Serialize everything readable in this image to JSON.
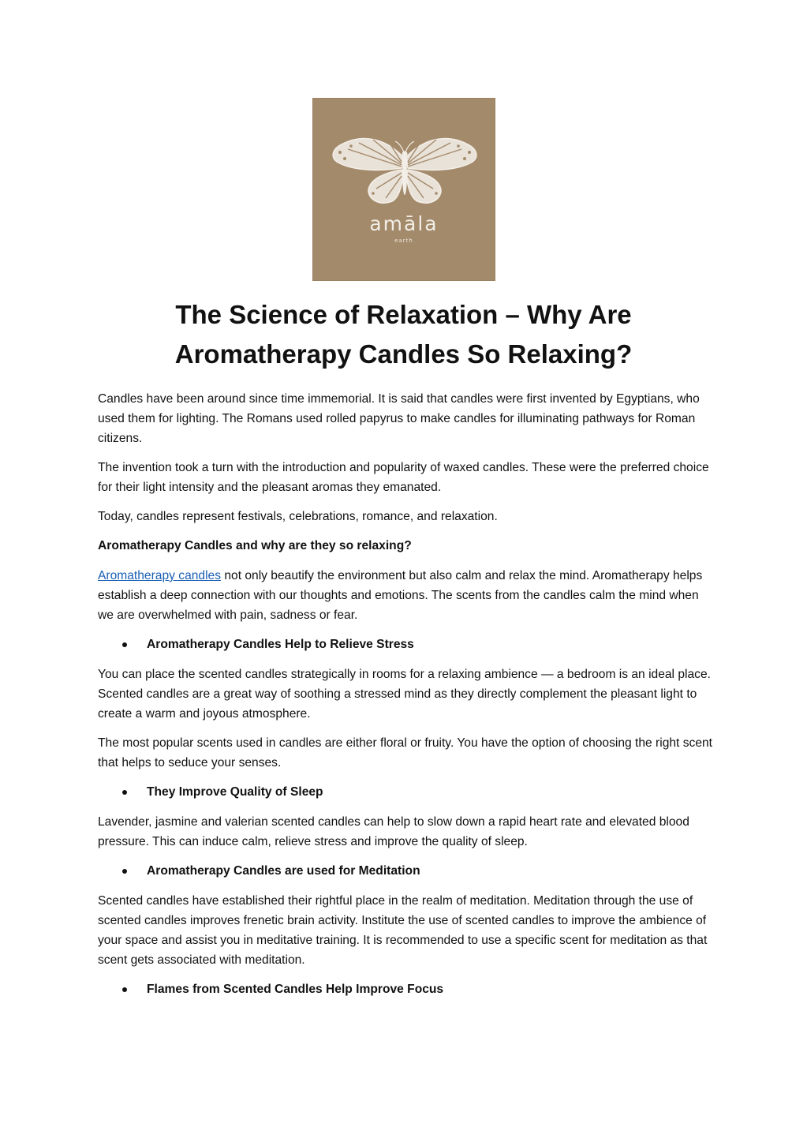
{
  "logo": {
    "icon": "butterfly-icon",
    "brand": "amāla",
    "sub": "earth",
    "background": "#a38a6b"
  },
  "title": "The Science of Relaxation – Why Are Aromatherapy Candles So Relaxing?",
  "intro": [
    "Candles have been around since time immemorial. It is said that candles were first invented by Egyptians, who used them for lighting. The Romans used rolled papyrus to make candles for illuminating pathways for Roman citizens.",
    "The invention took a turn with the introduction and popularity of waxed candles. These were the preferred choice for their light intensity and the pleasant aromas they emanated.",
    "Today, candles represent festivals, celebrations, romance, and relaxation."
  ],
  "subheading": "Aromatherapy Candles and why are they so relaxing?",
  "link_para": {
    "link_text": "Aromatherapy candles",
    "rest": " not only beautify the environment but also calm and relax the mind. Aromatherapy helps establish a deep connection with our thoughts and emotions. The scents from the candles calm the mind when we are overwhelmed with pain, sadness or fear."
  },
  "sections": [
    {
      "heading": "Aromatherapy Candles Help to Relieve Stress",
      "paragraphs": [
        "You can place the scented candles strategically in rooms for a relaxing ambience — a bedroom is an ideal place. Scented candles are a great way of soothing a stressed mind as they directly complement the pleasant light to create a warm and joyous atmosphere.",
        "The most popular scents used in candles are either floral or fruity. You have the option of choosing the right scent that helps to seduce your senses."
      ]
    },
    {
      "heading": "They Improve Quality of Sleep",
      "paragraphs": [
        "Lavender, jasmine and valerian scented candles can help to slow down a rapid heart rate and elevated blood pressure. This can induce calm, relieve stress and improve the quality of sleep."
      ]
    },
    {
      "heading": "Aromatherapy Candles are used for Meditation",
      "paragraphs": [
        "Scented candles have established their rightful place in the realm of meditation. Meditation through the use of scented candles improves frenetic brain activity. Institute the use of scented candles to improve the ambience of your space and assist you in meditative training. It is recommended to use a specific scent for meditation as that scent gets associated with meditation."
      ]
    },
    {
      "heading": "Flames from Scented Candles Help Improve Focus",
      "paragraphs": []
    }
  ]
}
